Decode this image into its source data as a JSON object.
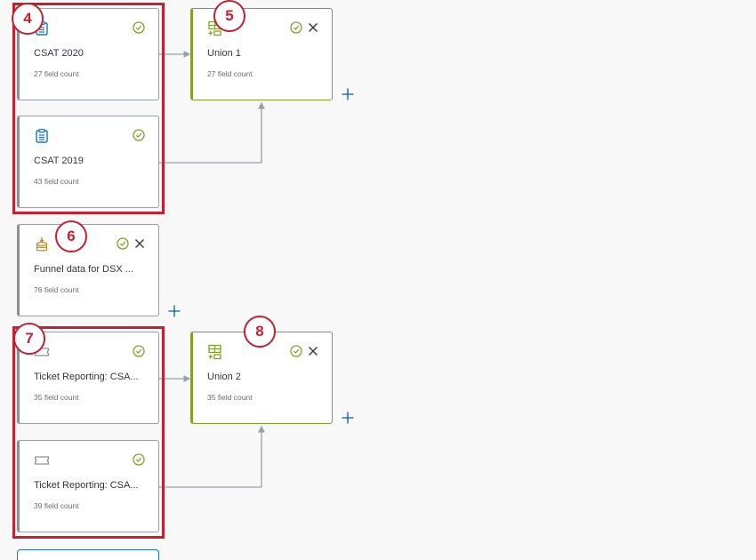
{
  "colors": {
    "background": "#f8f8f8",
    "card_border": "#9aa0a6",
    "union_accent": "#7fa32a",
    "success_check": "#7fa32a",
    "highlight_red": "#c32032",
    "plus_blue": "#0a5aa8",
    "survey_icon_blue": "#1a73c8",
    "imported_icon_gold": "#b08a27",
    "ticket_icon_gray": "#8c9196"
  },
  "nodes": [
    {
      "id": "csat2020",
      "title": "CSAT 2020",
      "field_count": "27 field count",
      "icon": "survey-clipboard-icon",
      "status": "check-circle-icon"
    },
    {
      "id": "union1",
      "title": "Union 1",
      "field_count": "27 field count",
      "icon": "union-table-icon",
      "status": "check-circle-icon",
      "close": "close-icon"
    },
    {
      "id": "csat2019",
      "title": "CSAT 2019",
      "field_count": "43 field count",
      "icon": "survey-clipboard-icon",
      "status": "check-circle-icon"
    },
    {
      "id": "funnel",
      "title": "Funnel data for DSX ...",
      "field_count": "76 field count",
      "icon": "imported-data-icon",
      "status": "check-circle-icon",
      "close": "close-icon"
    },
    {
      "id": "ticket1",
      "title": "Ticket Reporting: CSA...",
      "field_count": "35 field count",
      "icon": "ticket-icon",
      "status": "check-circle-icon"
    },
    {
      "id": "union2",
      "title": "Union 2",
      "field_count": "35 field count",
      "icon": "union-table-icon",
      "status": "check-circle-icon",
      "close": "close-icon"
    },
    {
      "id": "ticket2",
      "title": "Ticket Reporting: CSA...",
      "field_count": "39 field count",
      "icon": "ticket-icon",
      "status": "check-circle-icon"
    }
  ],
  "callouts": [
    "4",
    "5",
    "6",
    "7",
    "8"
  ],
  "add_buttons": [
    "add-after-union-1",
    "add-after-funnel",
    "add-after-union-2"
  ]
}
